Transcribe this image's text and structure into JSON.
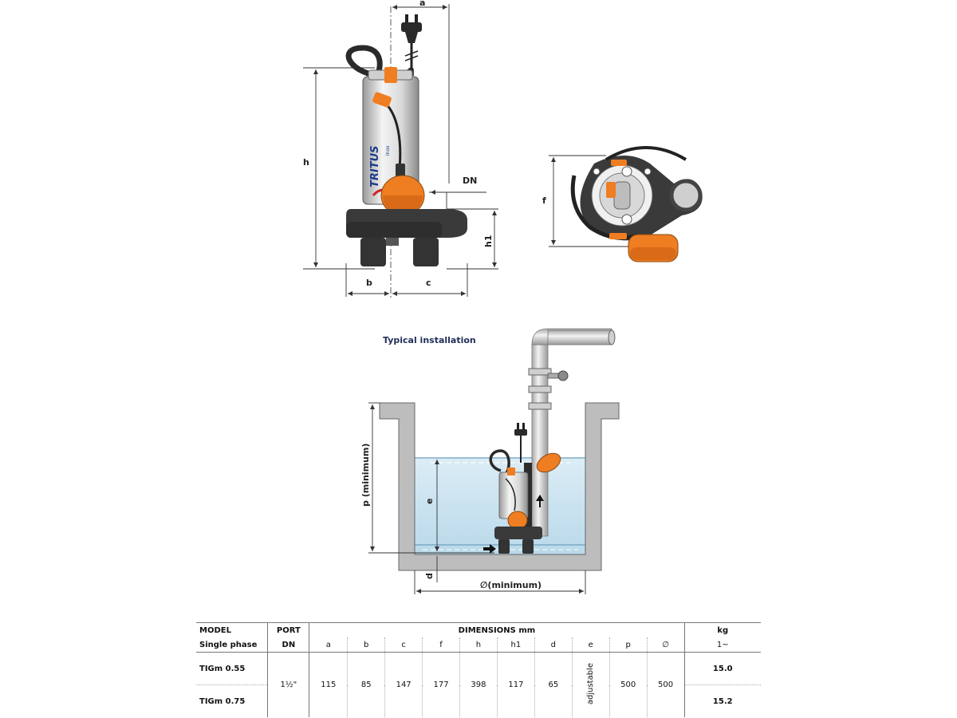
{
  "labels": {
    "a": "a",
    "b": "b",
    "c": "c",
    "h": "h",
    "h1": "h1",
    "DN": "DN",
    "f": "f",
    "p": "p (minimum)",
    "e": "e",
    "d": "d",
    "width": "∅(minimum)",
    "typical_installation": "Typical installation"
  },
  "brand": {
    "name": "TRITUS",
    "sub": "inox"
  },
  "colors": {
    "orange": "#ef7d22",
    "dark": "#3a3a3a",
    "water": "#cfe6f2",
    "wall": "#bdbdbd",
    "title": "#1f2f5a"
  },
  "table": {
    "h_model": "MODEL",
    "h_port": "PORT",
    "h_dims": "DIMENSIONS mm",
    "h_kg": "kg",
    "h_single": "Single phase",
    "h_dn": "DN",
    "cols": [
      "a",
      "b",
      "c",
      "f",
      "h",
      "h1",
      "d",
      "e",
      "p",
      "∅"
    ],
    "h_phase": "1~",
    "rows": [
      {
        "model": "TIGm 0.55",
        "kg": "15.0"
      },
      {
        "model": "TIGm 0.75",
        "kg": "15.2"
      }
    ],
    "port": "1½\"",
    "values": [
      "115",
      "85",
      "147",
      "177",
      "398",
      "117",
      "65",
      "adjustable",
      "500",
      "500"
    ]
  }
}
